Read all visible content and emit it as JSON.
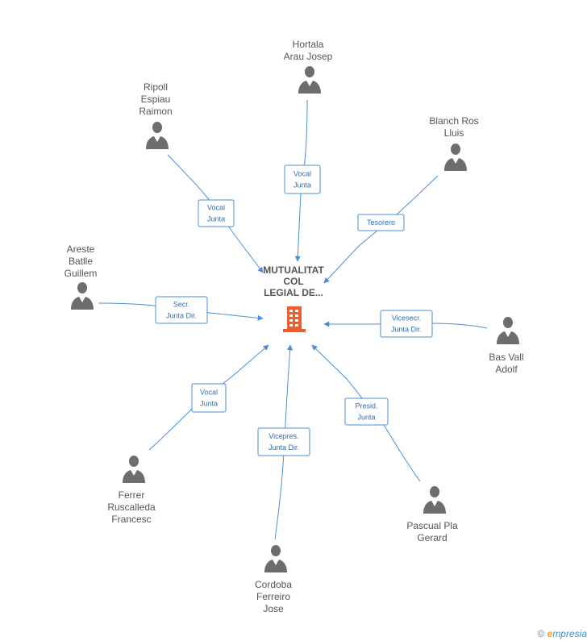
{
  "center": {
    "name_lines": [
      "MUTUALITAT",
      "COL",
      "LEGIAL DE..."
    ],
    "color": "#f25c2a"
  },
  "people": [
    {
      "id": "hortala",
      "name_lines": [
        "Hortala",
        "Arau Josep"
      ],
      "role_lines": [
        "Vocal",
        "Junta"
      ]
    },
    {
      "id": "ripoll",
      "name_lines": [
        "Ripoll",
        "Espiau",
        "Raimon"
      ],
      "role_lines": [
        "Vocal",
        "Junta"
      ]
    },
    {
      "id": "blanch",
      "name_lines": [
        "Blanch Ros",
        "Lluis"
      ],
      "role_lines": [
        "Tesorero"
      ]
    },
    {
      "id": "areste",
      "name_lines": [
        "Areste",
        "Batlle",
        "Guillem"
      ],
      "role_lines": [
        "Secr.",
        "Junta Dir."
      ]
    },
    {
      "id": "basvall",
      "name_lines": [
        "Bas Vall",
        "Adolf"
      ],
      "role_lines": [
        "Vicesecr.",
        "Junta Dir."
      ]
    },
    {
      "id": "ferrer",
      "name_lines": [
        "Ferrer",
        "Ruscalleda",
        "Francesc"
      ],
      "role_lines": [
        "Vocal",
        "Junta"
      ]
    },
    {
      "id": "cordoba",
      "name_lines": [
        "Cordoba",
        "Ferreiro",
        "Jose"
      ],
      "role_lines": [
        "Vicepres.",
        "Junta Dir."
      ]
    },
    {
      "id": "pascual",
      "name_lines": [
        "Pascual Pla",
        "Gerard"
      ],
      "role_lines": [
        "Presid.",
        "Junta"
      ]
    }
  ],
  "colors": {
    "edge": "#4a8fd6",
    "person_icon": "#6d6d6d",
    "text": "#555555"
  },
  "footer": {
    "copyright": "©",
    "brand_first": "e",
    "brand_rest": "mpresia"
  }
}
